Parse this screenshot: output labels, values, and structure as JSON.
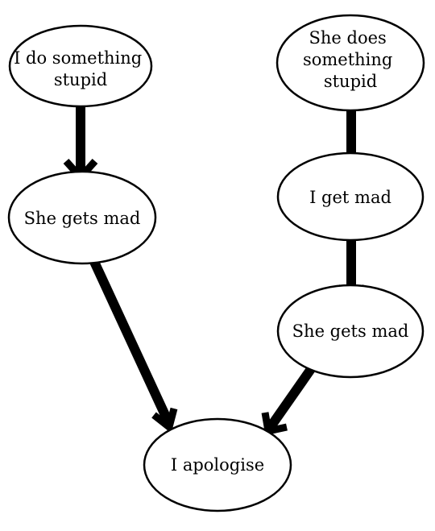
{
  "diagram": {
    "nodes": {
      "i_do_stupid": {
        "lines": [
          "I do something",
          "stupid"
        ]
      },
      "she_gets_mad_left": {
        "lines": [
          "She gets mad"
        ]
      },
      "she_does_stupid": {
        "lines": [
          "She does",
          "something",
          "stupid"
        ]
      },
      "i_get_mad": {
        "lines": [
          "I get mad"
        ]
      },
      "she_gets_mad_right": {
        "lines": [
          "She gets mad"
        ]
      },
      "i_apologise": {
        "lines": [
          "I apologise"
        ]
      }
    },
    "edges": [
      {
        "from": "i_do_stupid",
        "to": "she_gets_mad_left"
      },
      {
        "from": "she_gets_mad_left",
        "to": "i_apologise"
      },
      {
        "from": "she_does_stupid",
        "to": "i_get_mad"
      },
      {
        "from": "i_get_mad",
        "to": "she_gets_mad_right"
      },
      {
        "from": "she_gets_mad_right",
        "to": "i_apologise"
      }
    ],
    "colors": {
      "stroke": "#000000",
      "fill": "#ffffff"
    }
  }
}
